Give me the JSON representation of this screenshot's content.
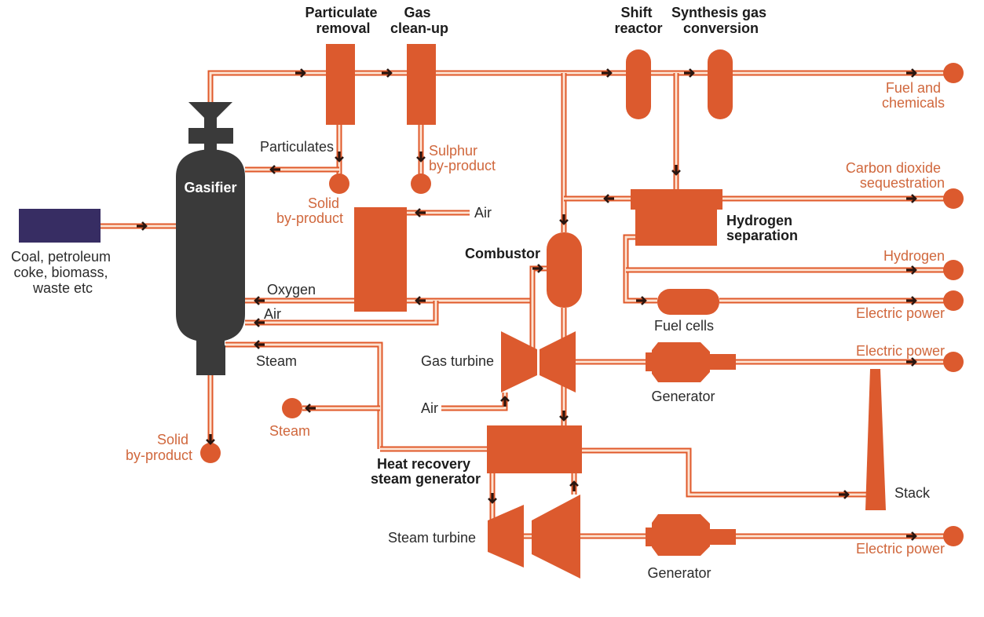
{
  "diagram": {
    "colors": {
      "unit": "#dc5a2e",
      "pipe": "#e0592a",
      "pipe_core": "#fde3d2",
      "gasifier": "#3a3a3a",
      "feedstock": "#372d63",
      "arrow": "#2a1610",
      "output_text": "#d0673c",
      "label_text": "#2b2b2b"
    },
    "headers": {
      "particulate_removal": [
        "Particulate",
        "removal"
      ],
      "gas_cleanup": [
        "Gas",
        "clean-up"
      ],
      "shift_reactor": [
        "Shift",
        "reactor"
      ],
      "synthesis_gas": [
        "Synthesis gas",
        "conversion"
      ]
    },
    "units": {
      "gasifier": "Gasifier",
      "feedstock": [
        "Coal, petroleum",
        "coke, biomass,",
        "waste etc"
      ],
      "combustor": "Combustor",
      "hydrogen_separation": [
        "Hydrogen",
        "separation"
      ],
      "fuel_cells": "Fuel cells",
      "gas_turbine": "Gas turbine",
      "generator_1": "Generator",
      "generator_2": "Generator",
      "hrsg": [
        "Heat recovery",
        "steam generator"
      ],
      "steam_turbine": "Steam turbine",
      "stack": "Stack"
    },
    "stream_labels": {
      "particulates": "Particulates",
      "oxygen": "Oxygen",
      "air_gasifier": "Air",
      "steam_gasifier": "Steam",
      "air_asu": "Air",
      "air_turbine": "Air"
    },
    "outputs": {
      "solid_byproduct_1": [
        "Solid",
        "by-product"
      ],
      "sulphur_byproduct": [
        "Sulphur",
        "by-product"
      ],
      "solid_byproduct_2": [
        "Solid",
        "by-product"
      ],
      "steam": "Steam",
      "fuel_chemicals": [
        "Fuel and",
        "chemicals"
      ],
      "co2": [
        "Carbon dioxide",
        "sequestration"
      ],
      "hydrogen": "Hydrogen",
      "electric_power_1": "Electric power",
      "electric_power_2": "Electric power",
      "electric_power_3": "Electric power"
    }
  }
}
